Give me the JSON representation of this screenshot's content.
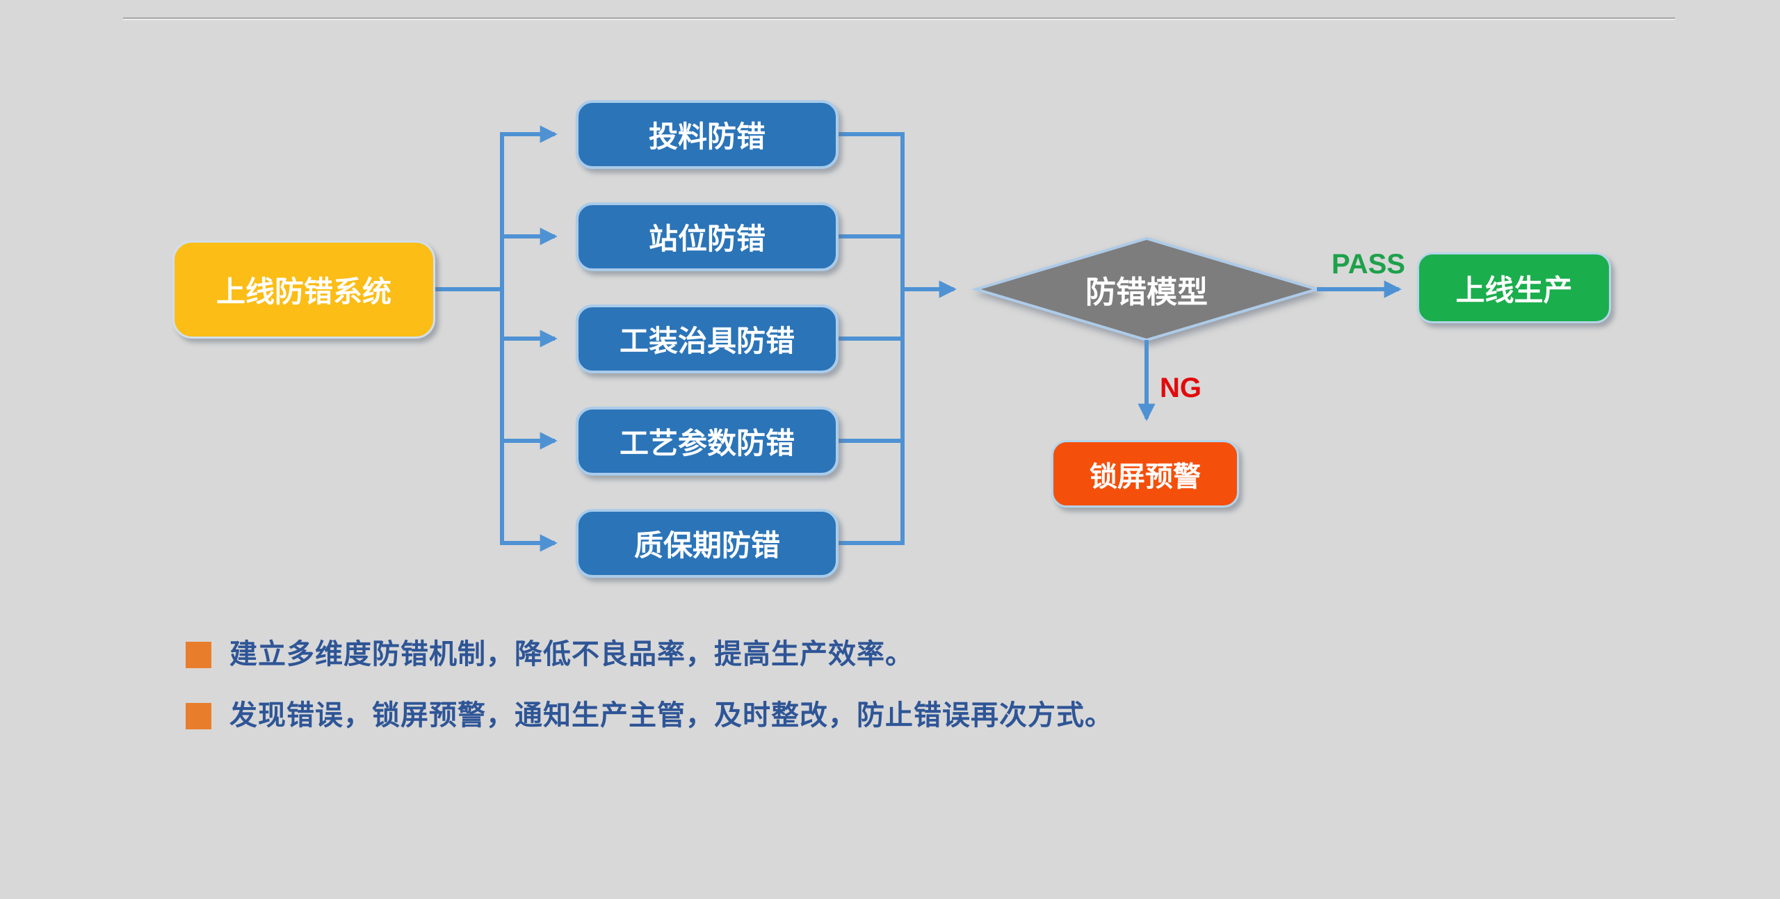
{
  "flowchart": {
    "connector_color": "#4E92D4",
    "source": {
      "label": "上线防错系统",
      "fill": "#FBBD16"
    },
    "categories": [
      {
        "label": "投料防错"
      },
      {
        "label": "站位防错"
      },
      {
        "label": "工装治具防错"
      },
      {
        "label": "工艺参数防错"
      },
      {
        "label": "质保期防错"
      }
    ],
    "category_fill": "#2B74B8",
    "decision": {
      "label": "防错模型",
      "fill": "#7D7D7D"
    },
    "pass_branch": {
      "label": "PASS",
      "color": "#1DA14B",
      "target": {
        "label": "上线生产",
        "fill": "#1BAE4D"
      }
    },
    "ng_branch": {
      "label": "NG",
      "color": "#E20A0A",
      "target": {
        "label": "锁屏预警",
        "fill": "#F4500C"
      }
    }
  },
  "notes": {
    "bullet_color": "#E87E2B",
    "text_color": "#2E5596",
    "items": [
      "建立多维度防错机制，降低不良品率，提高生产效率。",
      "发现错误，锁屏预警，通知生产主管，及时整改，防止错误再次方式。"
    ]
  }
}
